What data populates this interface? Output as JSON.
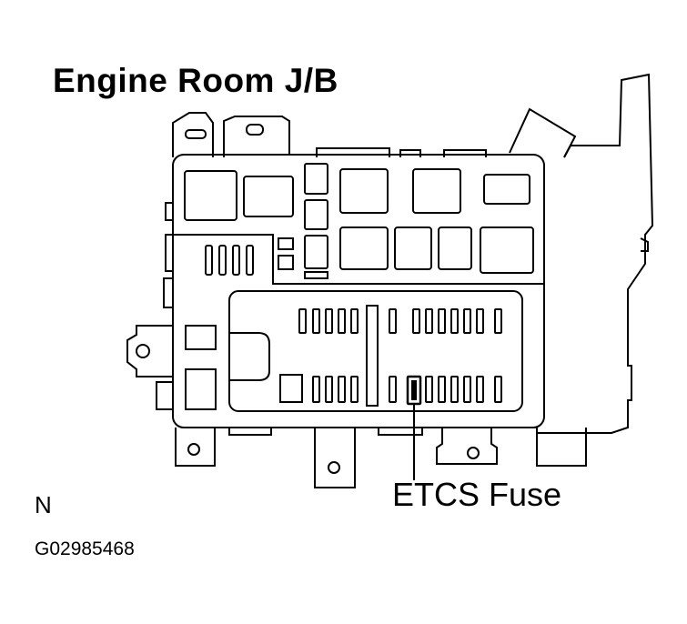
{
  "diagram": {
    "title": "Engine Room J/B",
    "callout_label": "ETCS Fuse",
    "orientation_mark": "N",
    "figure_code": "G02985468"
  },
  "colors": {
    "line": "#000000",
    "background": "#ffffff"
  }
}
